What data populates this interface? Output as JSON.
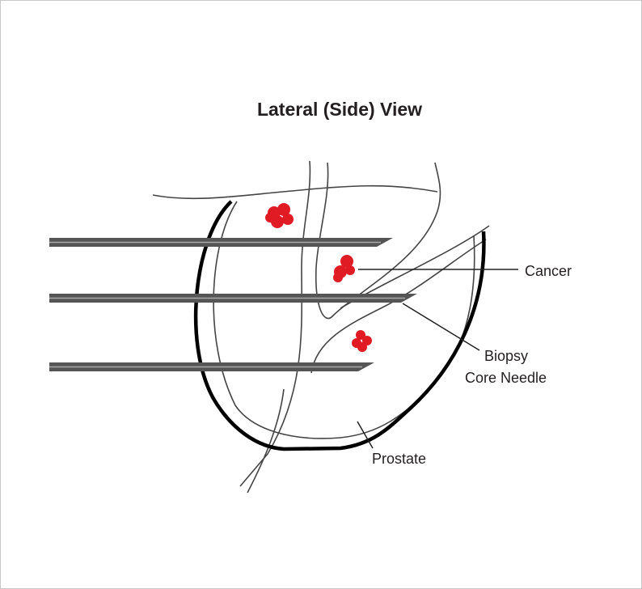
{
  "title": "Lateral (Side) View",
  "labels": {
    "cancer": "Cancer",
    "needle_line1": "Biopsy",
    "needle_line2": "Core Needle",
    "prostate": "Prostate"
  },
  "colors": {
    "cancer": "#e01b24",
    "needle": "#555555",
    "outline": "#000000",
    "anatomy": "#444444"
  }
}
